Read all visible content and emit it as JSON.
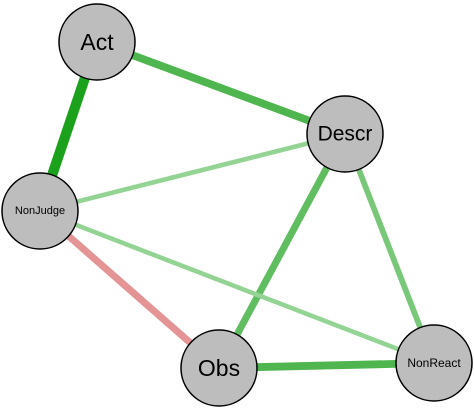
{
  "nodes": [
    {
      "id": "act",
      "label": "Act"
    },
    {
      "id": "descr",
      "label": "Descr"
    },
    {
      "id": "nonjudge",
      "label": "NonJudge"
    },
    {
      "id": "obs",
      "label": "Obs"
    },
    {
      "id": "nonreact",
      "label": "NonReact"
    }
  ],
  "edges": [
    {
      "from": "act",
      "to": "nonjudge",
      "sign": "positive",
      "strength": 0.9
    },
    {
      "from": "act",
      "to": "descr",
      "sign": "positive",
      "strength": 0.6
    },
    {
      "from": "descr",
      "to": "nonjudge",
      "sign": "positive",
      "strength": 0.2
    },
    {
      "from": "descr",
      "to": "obs",
      "sign": "positive",
      "strength": 0.5
    },
    {
      "from": "descr",
      "to": "nonreact",
      "sign": "positive",
      "strength": 0.35
    },
    {
      "from": "nonjudge",
      "to": "obs",
      "sign": "negative",
      "strength": 0.5
    },
    {
      "from": "nonjudge",
      "to": "nonreact",
      "sign": "positive",
      "strength": 0.2
    },
    {
      "from": "obs",
      "to": "nonreact",
      "sign": "positive",
      "strength": 0.6
    }
  ],
  "colors": {
    "node_fill": "#bdbdbd",
    "node_stroke": "#000000",
    "positive_edge": "#0a9a0a",
    "negative_edge": "#d65a5a"
  }
}
